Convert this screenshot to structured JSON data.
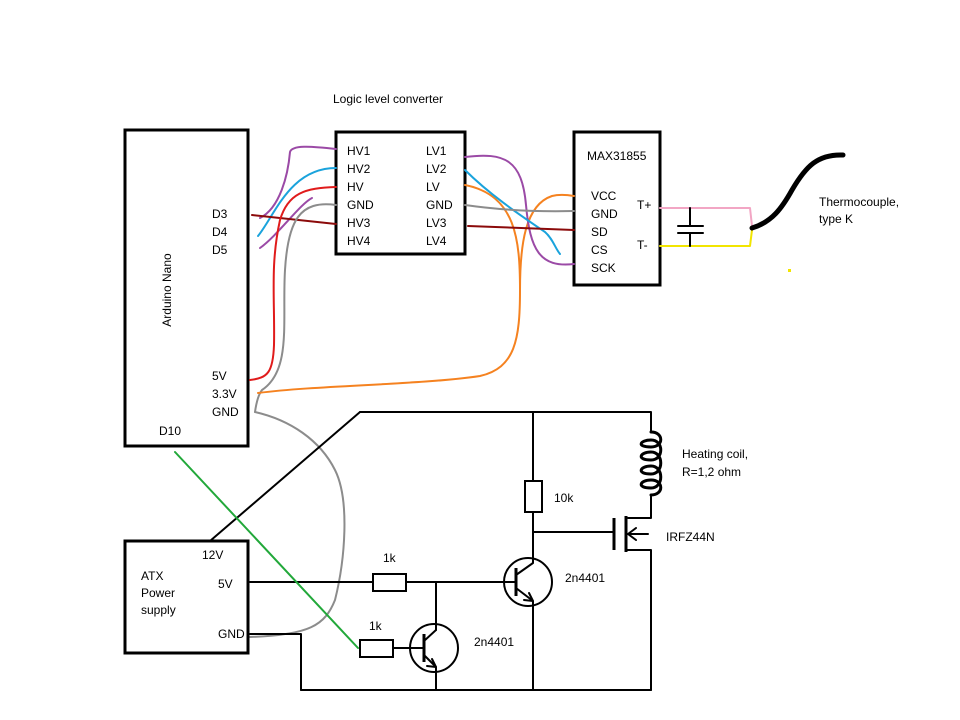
{
  "converter": {
    "title": "Logic level converter",
    "hv_pins": [
      "HV1",
      "HV2",
      "HV",
      "GND",
      "HV3",
      "HV4"
    ],
    "lv_pins": [
      "LV1",
      "LV2",
      "LV",
      "GND",
      "LV3",
      "LV4"
    ]
  },
  "arduino": {
    "name": "Arduino Nano",
    "pins_top": [
      "D3",
      "D4",
      "D5"
    ],
    "pins_power": [
      "5V",
      "3.3V",
      "GND"
    ],
    "pin_d10": "D10"
  },
  "max31855": {
    "name": "MAX31855",
    "pins_left": [
      "VCC",
      "GND",
      "SD",
      "CS",
      "SCK"
    ],
    "pins_right": [
      "T+",
      "T-"
    ]
  },
  "thermocouple": {
    "line1": "Thermocouple,",
    "line2": "type K"
  },
  "atx": {
    "name_lines": [
      "ATX",
      "Power",
      "supply"
    ],
    "pins": [
      "12V",
      "5V",
      "GND"
    ]
  },
  "coil": {
    "line1": "Heating coil,",
    "line2": "R=1,2 ohm"
  },
  "components": {
    "r_10k": "10k",
    "r_1k_top": "1k",
    "r_1k_bottom": "1k",
    "mosfet": "IRFZ44N",
    "q1": "2n4401",
    "q2": "2n4401"
  },
  "colors": {
    "purple": "#9b4aa6",
    "blue": "#1aa3dc",
    "red": "#e01b1b",
    "gray": "#8c8c8c",
    "darkred": "#8b0a0a",
    "orange": "#f58220",
    "green": "#22a83a",
    "pink": "#f2a6c4",
    "yellow": "#f2e500",
    "black": "#000000"
  }
}
